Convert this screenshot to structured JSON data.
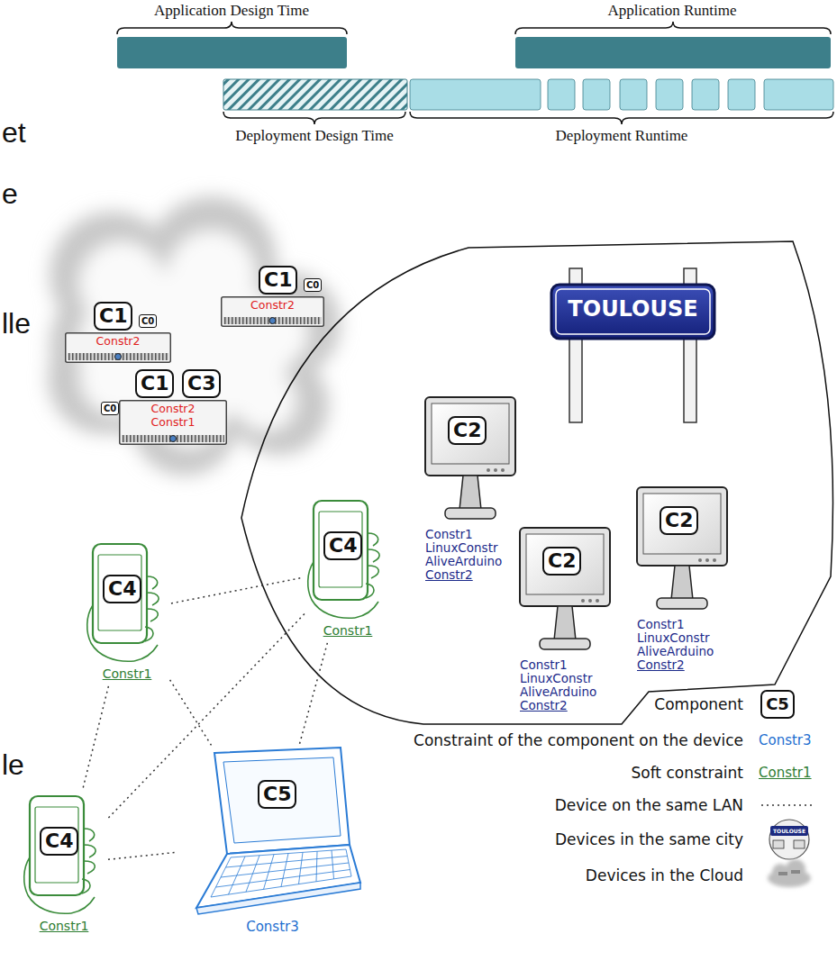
{
  "diagram": {
    "nodes": [
      {
        "text": [
          "Constr2"
        ]
      },
      {
        "text": [
          "C1"
        ],
        "in": 0
      },
      {
        "text": [
          "C0"
        ],
        "in": 0
      },
      {
        "text": [
          "Constr2"
        ]
      },
      {
        "text": [
          "C1"
        ],
        "in": 3
      },
      {
        "text": [
          "C0"
        ],
        "in": 3
      },
      {
        "text": [
          "Constr2",
          "Constr1"
        ]
      },
      {
        "text": [
          "C1"
        ],
        "in": 6
      },
      {
        "text": [
          "C3"
        ],
        "in": 6
      },
      {
        "text": [
          "C0"
        ],
        "in": 6
      },
      {
        "text": [
          "TOULOUSE"
        ]
      },
      {
        "text": [
          "Constr1",
          "LinuxConstr",
          "AliveArduino",
          "Constr2"
        ]
      },
      {
        "text": [
          "C2"
        ],
        "in": 11
      },
      {
        "text": [
          "Constr1",
          "LinuxConstr",
          "AliveArduino",
          "Constr2"
        ]
      },
      {
        "text": [
          "C2"
        ],
        "in": 13
      },
      {
        "text": [
          "Constr1",
          "LinuxConstr",
          "AliveArduino",
          "Constr2"
        ]
      },
      {
        "text": [
          "C2"
        ],
        "in": 15
      },
      {
        "text": [
          "Constr1"
        ]
      },
      {
        "text": [
          "C4"
        ],
        "in": 17
      },
      {
        "text": [
          "Constr1"
        ]
      },
      {
        "text": [
          "C4"
        ],
        "in": 19
      },
      {
        "text": [
          "Constr3"
        ]
      },
      {
        "text": [
          "C5"
        ],
        "in": 21
      },
      {
        "text": [
          "Constr1"
        ]
      },
      {
        "text": [
          "C4"
        ],
        "in": 23
      }
    ],
    "edges": [
      {
        "from": 17,
        "to": 19,
        "arrow": "none"
      },
      {
        "from": 17,
        "to": 23,
        "arrow": "none"
      },
      {
        "from": 17,
        "to": 21,
        "arrow": "none"
      },
      {
        "from": 19,
        "to": 23,
        "arrow": "none"
      },
      {
        "from": 19,
        "to": 21,
        "arrow": "none"
      },
      {
        "from": 23,
        "to": 21,
        "arrow": "none"
      }
    ],
    "labels": [
      "Application Design Time",
      "Application Runtime",
      "Deployment Design Time",
      "Deployment Runtime",
      "et",
      "e",
      "lle",
      "le",
      "C5",
      "Constr3",
      "Constr1",
      "TOULOUSE"
    ],
    "legend": [
      {
        "text": "Component"
      },
      {
        "text": "Constraint of the component on the device"
      },
      {
        "text": "Soft constraint"
      },
      {
        "text": "Device on the same LAN"
      },
      {
        "text": "Devices in the same city"
      },
      {
        "text": "Devices in the Cloud"
      }
    ]
  }
}
